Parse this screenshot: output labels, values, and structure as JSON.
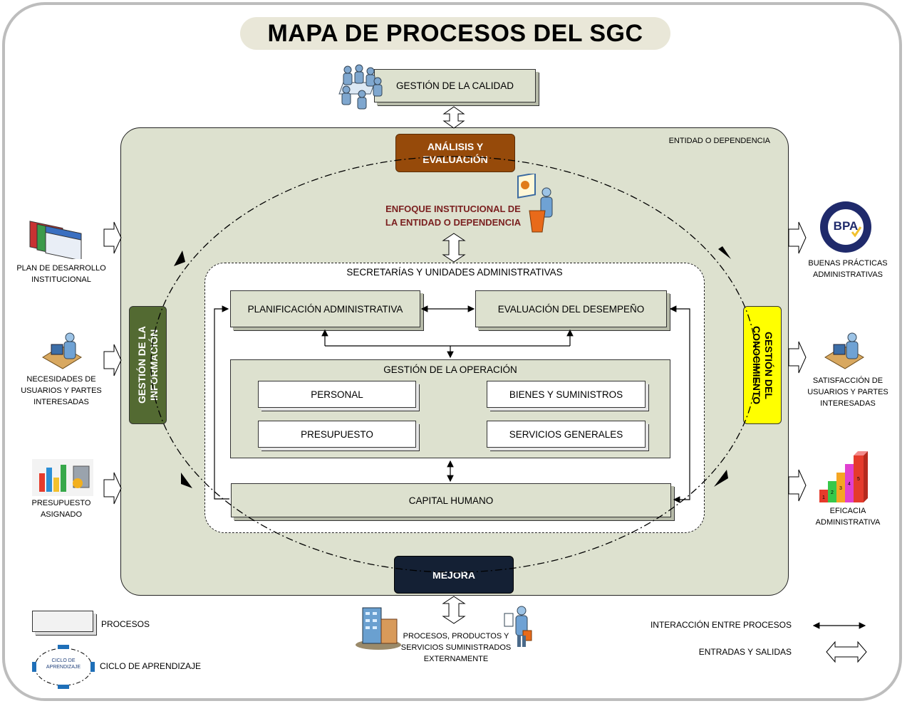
{
  "title": "MAPA DE PROCESOS DEL SGC",
  "top_process": "GESTIÓN DE LA CALIDAD",
  "entity_label": "ENTIDAD O DEPENDENCIA",
  "analysis": "ANÁLISIS Y EVALUACIÓN",
  "institutional_focus": "ENFOQUE INSTITUCIONAL DE LA ENTIDAD O DEPENDENCIA",
  "secretariats": "SECRETARÍAS Y UNIDADES ADMINISTRATIVAS",
  "planning": "PLANIFICACIÓN ADMINISTRATIVA",
  "performance": "EVALUACIÓN DEL DESEMPEÑO",
  "operation": "GESTIÓN DE LA OPERACIÓN",
  "personal": "PERSONAL",
  "goods": "BIENES Y SUMINISTROS",
  "budget": "PRESUPUESTO",
  "services": "SERVICIOS GENERALES",
  "human_capital": "CAPITAL HUMANO",
  "info_mgmt": "GESTIÓN DE LA INFORMACIÓN",
  "knowledge_mgmt": "GESTIÓN DEL CONOCIMIENTO",
  "improvement": "MEJORA",
  "inputs": [
    {
      "label": "PLAN DE DESARROLLO INSTITUCIONAL",
      "icon": "documents-icon"
    },
    {
      "label": "NECESIDADES DE USUARIOS Y PARTES INTERESADAS",
      "icon": "user-desk-icon"
    },
    {
      "label": "PRESUPUESTO ASIGNADO",
      "icon": "finance-charts-icon"
    }
  ],
  "outputs": [
    {
      "label": "BUENAS PRÁCTICAS ADMINISTRATIVAS",
      "icon": "bpa-seal-icon"
    },
    {
      "label": "SATISFACCIÓN DE USUARIOS Y PARTES INTERESADAS",
      "icon": "user-desk-icon"
    },
    {
      "label": "EFICACIA ADMINISTRATIVA",
      "icon": "stair-bar-chart-icon"
    }
  ],
  "bpa_text": "BPA",
  "bar_numbers": [
    "1",
    "2",
    "3",
    "4",
    "5"
  ],
  "external": "PROCESOS, PRODUCTOS Y SERVICIOS SUMINISTRADOS EXTERNAMENTE",
  "legend": {
    "processes": "PROCESOS",
    "cycle": "CICLO DE APRENDIZAJE",
    "cycle_inner": "CICLO DE APRENDIZAJE",
    "interaction": "INTERACCIÓN ENTRE PROCESOS",
    "io": "ENTRADAS Y SALIDAS"
  },
  "colors": {
    "entity_bg": "#dde1cf",
    "analysis": "#964a0a",
    "info": "#536a32",
    "knowledge": "#ffff00",
    "improvement": "#142034",
    "focus_text": "#7a1f1f",
    "cycle_blue": "#1f6fb8"
  }
}
